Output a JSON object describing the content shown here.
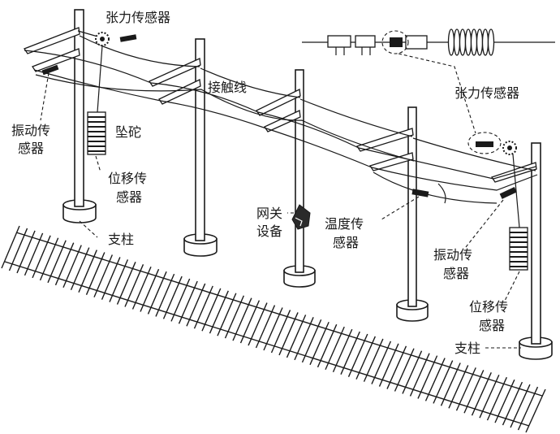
{
  "labels": {
    "tension_sensor_top": "张力传感器",
    "tension_sensor_right": "张力传感器",
    "vibration_sensor_left_1": "振动传",
    "vibration_sensor_left_2": "感器",
    "counterweight": "坠砣",
    "displacement_sensor_left_1": "位移传",
    "displacement_sensor_left_2": "感器",
    "contact_wire": "接触线",
    "gateway_1": "网关",
    "gateway_2": "设备",
    "temperature_sensor_1": "温度传",
    "temperature_sensor_2": "感器",
    "vibration_sensor_right_1": "振动传",
    "vibration_sensor_right_2": "感器",
    "displacement_sensor_right_1": "位移传",
    "displacement_sensor_right_2": "感器",
    "support_pole_left": "支柱",
    "support_pole_right": "支柱"
  },
  "colors": {
    "ink": "#1a1a1a",
    "background": "#ffffff"
  }
}
